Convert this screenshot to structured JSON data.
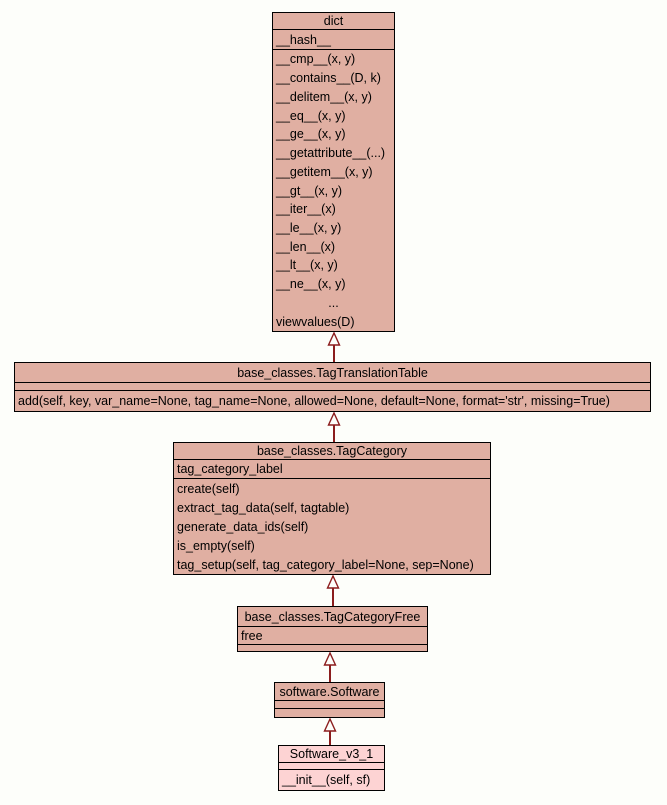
{
  "diagram": {
    "type": "uml-class-inheritance",
    "background": "#fdfefa",
    "node_fill": "#e0afa2",
    "node_fill_highlight": "#fdd3d3",
    "border_color": "#000000",
    "edge_color": "#8b1d1d"
  },
  "classes": [
    {
      "name": "dict",
      "attributes": [
        "__hash__"
      ],
      "methods": [
        "__cmp__(x, y)",
        "__contains__(D, k)",
        "__delitem__(x, y)",
        "__eq__(x, y)",
        "__ge__(x, y)",
        "__getattribute__(...)",
        "__getitem__(x, y)",
        "__gt__(x, y)",
        "__iter__(x)",
        "__le__(x, y)",
        "__len__(x)",
        "__lt__(x, y)",
        "__ne__(x, y)",
        "...",
        "viewvalues(D)"
      ]
    },
    {
      "name": "base_classes.TagTranslationTable",
      "attributes": [],
      "methods": [
        "add(self, key, var_name=None, tag_name=None, allowed=None, default=None, format='str', missing=True)"
      ]
    },
    {
      "name": "base_classes.TagCategory",
      "attributes": [
        "tag_category_label"
      ],
      "methods": [
        "create(self)",
        "extract_tag_data(self, tagtable)",
        "generate_data_ids(self)",
        "is_empty(self)",
        "tag_setup(self, tag_category_label=None, sep=None)"
      ]
    },
    {
      "name": "base_classes.TagCategoryFree",
      "attributes": [
        "free"
      ],
      "methods": []
    },
    {
      "name": "software.Software",
      "attributes": [],
      "methods": []
    },
    {
      "name": "Software_v3_1",
      "attributes": [],
      "methods": [
        "__init__(self, sf)"
      ]
    }
  ],
  "edges": [
    {
      "from": "base_classes.TagTranslationTable",
      "to": "dict",
      "relation": "inherits"
    },
    {
      "from": "base_classes.TagCategory",
      "to": "base_classes.TagTranslationTable",
      "relation": "inherits"
    },
    {
      "from": "base_classes.TagCategoryFree",
      "to": "base_classes.TagCategory",
      "relation": "inherits"
    },
    {
      "from": "software.Software",
      "to": "base_classes.TagCategoryFree",
      "relation": "inherits"
    },
    {
      "from": "Software_v3_1",
      "to": "software.Software",
      "relation": "inherits"
    }
  ]
}
